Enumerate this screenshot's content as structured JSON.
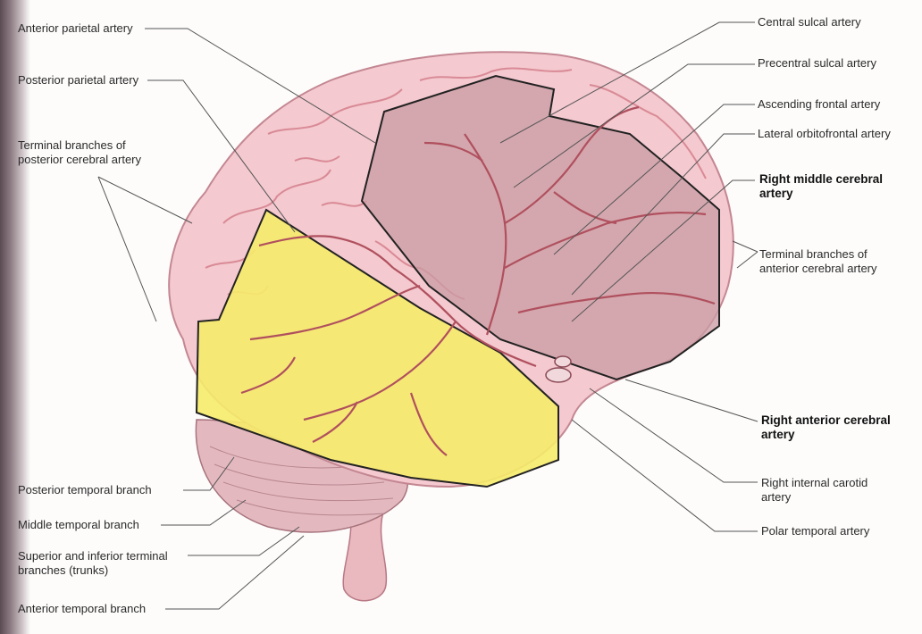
{
  "diagram": {
    "labels_left": [
      {
        "key": "anterior_parietal",
        "text": "Anterior parietal artery"
      },
      {
        "key": "posterior_parietal",
        "text": "Posterior parietal artery"
      },
      {
        "key": "terminal_posterior",
        "text": "Terminal branches of posterior cerebral artery"
      },
      {
        "key": "posterior_temporal",
        "text": "Posterior temporal branch"
      },
      {
        "key": "middle_temporal",
        "text": "Middle temporal branch"
      },
      {
        "key": "superior_inferior",
        "text": "Superior and inferior terminal branches (trunks)"
      },
      {
        "key": "anterior_temporal",
        "text": "Anterior temporal branch"
      }
    ],
    "labels_right": [
      {
        "key": "central_sulcal",
        "text": "Central sulcal artery"
      },
      {
        "key": "precentral_sulcal",
        "text": "Precentral sulcal artery"
      },
      {
        "key": "ascending_frontal",
        "text": "Ascending frontal artery"
      },
      {
        "key": "lateral_orbitofrontal",
        "text": "Lateral orbitofrontal artery"
      },
      {
        "key": "right_mca",
        "text": "Right middle cerebral artery"
      },
      {
        "key": "terminal_anterior",
        "text": "Terminal branches of anterior cerebral artery"
      },
      {
        "key": "right_aca",
        "text": "Right anterior cerebral artery"
      },
      {
        "key": "right_ica",
        "text": "Right internal carotid artery"
      },
      {
        "key": "polar_temporal",
        "text": "Polar temporal artery"
      }
    ],
    "colors": {
      "brain": "#f4c9cf",
      "gyrus_line": "#d98a96",
      "vessel": "#b0505e",
      "parietal_highlight": "#f6eb6a",
      "frontal_highlight": "#c99ba3",
      "outline": "#222222",
      "leader": "#555555",
      "cerebellum": "#e3b9bf",
      "brainstem": "#eab8bf"
    }
  }
}
